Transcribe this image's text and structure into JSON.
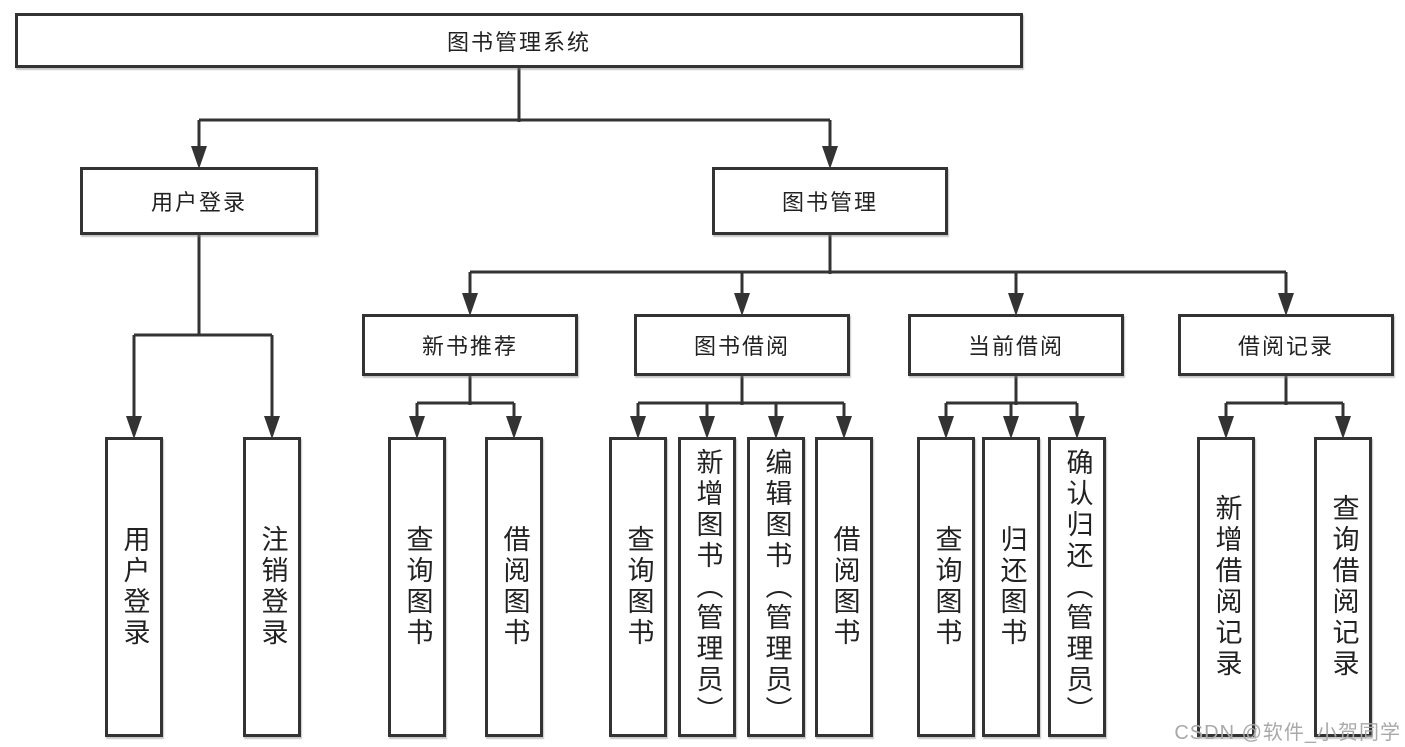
{
  "diagram": {
    "tree": {
      "label": "图书管理系统",
      "children": [
        {
          "label": "用户登录",
          "children": [
            {
              "label": "用户登录"
            },
            {
              "label": "注销登录"
            }
          ]
        },
        {
          "label": "图书管理",
          "children": [
            {
              "label": "新书推荐",
              "children": [
                {
                  "label": "查询图书"
                },
                {
                  "label": "借阅图书"
                }
              ]
            },
            {
              "label": "图书借阅",
              "children": [
                {
                  "label": "查询图书"
                },
                {
                  "label": "新增图书（管理员）"
                },
                {
                  "label": "编辑图书（管理员）"
                },
                {
                  "label": "借阅图书"
                }
              ]
            },
            {
              "label": "当前借阅",
              "children": [
                {
                  "label": "查询图书"
                },
                {
                  "label": "归还图书"
                },
                {
                  "label": "确认归还（管理员）"
                }
              ]
            },
            {
              "label": "借阅记录",
              "children": [
                {
                  "label": "新增借阅记录"
                },
                {
                  "label": "查询借阅记录"
                }
              ]
            }
          ]
        }
      ]
    },
    "colors": {
      "line": "#333333",
      "text": "#222222",
      "background": "#ffffff",
      "watermark": "#a9a9a9"
    }
  },
  "watermark": {
    "text": "CSDN @软件_小贺同学"
  }
}
